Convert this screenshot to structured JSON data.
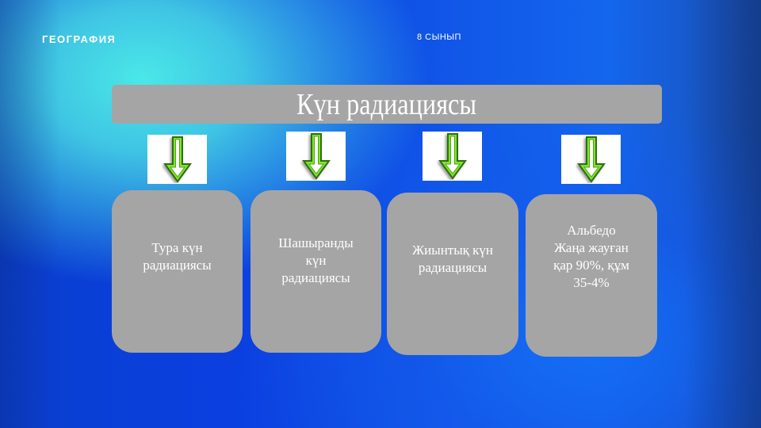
{
  "header": {
    "subject": "ГЕОГРАФИЯ",
    "grade": "8 СЫНЫП"
  },
  "title": "Күн радиациясы",
  "arrows": [
    {
      "icon": "green-down-arrow-icon"
    },
    {
      "icon": "green-down-arrow-icon"
    },
    {
      "icon": "green-down-arrow-icon"
    },
    {
      "icon": "green-down-arrow-icon"
    }
  ],
  "cards": [
    {
      "text": "Тура күн\nрадиациясы"
    },
    {
      "text": "Шашыранды\nкүн\nрадиациясы"
    },
    {
      "text": "Жиынтық күн\nрадиациясы"
    },
    {
      "text": "Альбедо\nЖаңа жауған\nқар 90%, құм\n35-4%"
    }
  ],
  "colors": {
    "card_bg": "#a5a5a5",
    "arrow_fill": "#7ee62a",
    "arrow_stroke": "#2f6e10",
    "text": "#ffffff"
  }
}
